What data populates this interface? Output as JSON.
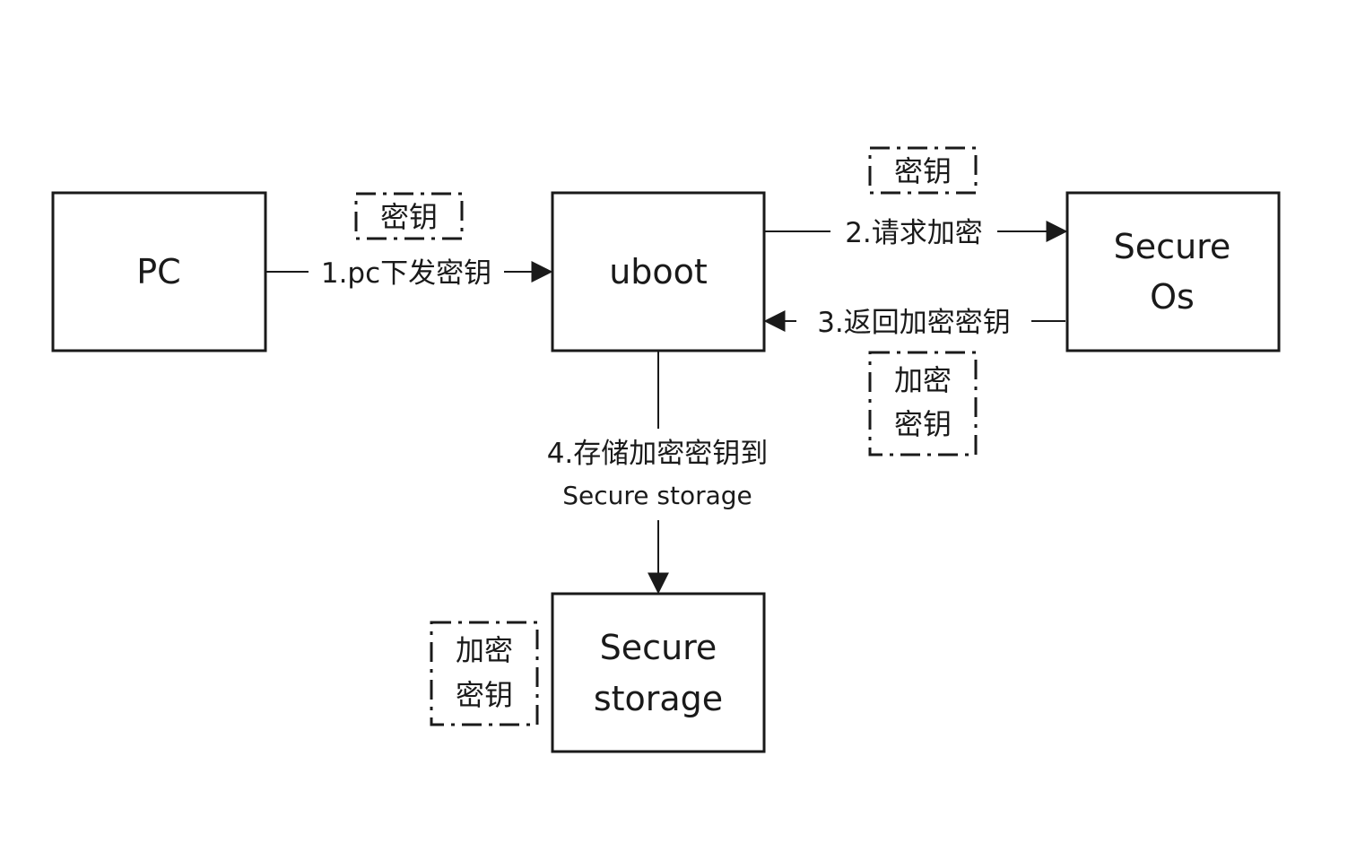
{
  "nodes": {
    "pc": {
      "lines": [
        "PC"
      ]
    },
    "uboot": {
      "lines": [
        "uboot"
      ]
    },
    "secure_os": {
      "lines": [
        "Secure",
        "Os"
      ]
    },
    "secure_storage": {
      "lines": [
        "Secure",
        "storage"
      ]
    }
  },
  "edges": {
    "step1": {
      "label": "1.pc下发密钥"
    },
    "step2": {
      "label": "2.请求加密"
    },
    "step3": {
      "label": "3.返回加密密钥"
    },
    "step4": {
      "line1": "4.存储加密密钥到",
      "line2": "Secure storage"
    }
  },
  "tags": {
    "tag_key_pc": {
      "lines": [
        "密钥"
      ]
    },
    "tag_key_request": {
      "lines": [
        "密钥"
      ]
    },
    "tag_encrypted_return": {
      "lines": [
        "加密",
        "密钥"
      ]
    },
    "tag_encrypted_storage": {
      "lines": [
        "加密",
        "密钥"
      ]
    }
  },
  "colors": {
    "stroke": "#1a1a1a",
    "background": "#ffffff"
  }
}
